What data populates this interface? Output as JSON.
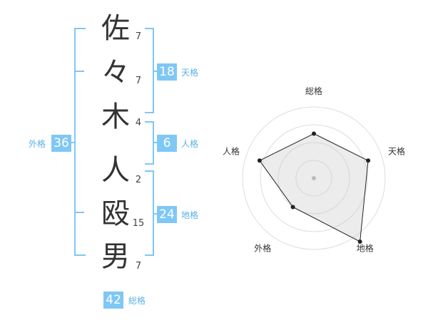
{
  "name_chars": [
    {
      "char": "佐",
      "strokes": "7"
    },
    {
      "char": "々",
      "strokes": "7"
    },
    {
      "char": "木",
      "strokes": "4"
    },
    {
      "char": "人",
      "strokes": "2"
    },
    {
      "char": "殴",
      "strokes": "15"
    },
    {
      "char": "男",
      "strokes": "7"
    }
  ],
  "kaku": {
    "tenkaku": {
      "value": "18",
      "label": "天格"
    },
    "jinkaku": {
      "value": "6",
      "label": "人格"
    },
    "chikaku": {
      "value": "24",
      "label": "地格"
    },
    "gaikaku": {
      "value": "36",
      "label": "外格"
    },
    "soukaku": {
      "value": "42",
      "label": "総格"
    }
  },
  "colors": {
    "bracket": "#7fc7f5",
    "accent": "#7fc7f5",
    "label": "#5ab2e8"
  },
  "chart_data": {
    "type": "radar",
    "axes": [
      "総格",
      "天格",
      "地格",
      "外格",
      "人格"
    ],
    "range": [
      0,
      4
    ],
    "values": [
      2.5,
      3.2,
      4.4,
      2.0,
      3.2
    ],
    "rings": 4
  }
}
